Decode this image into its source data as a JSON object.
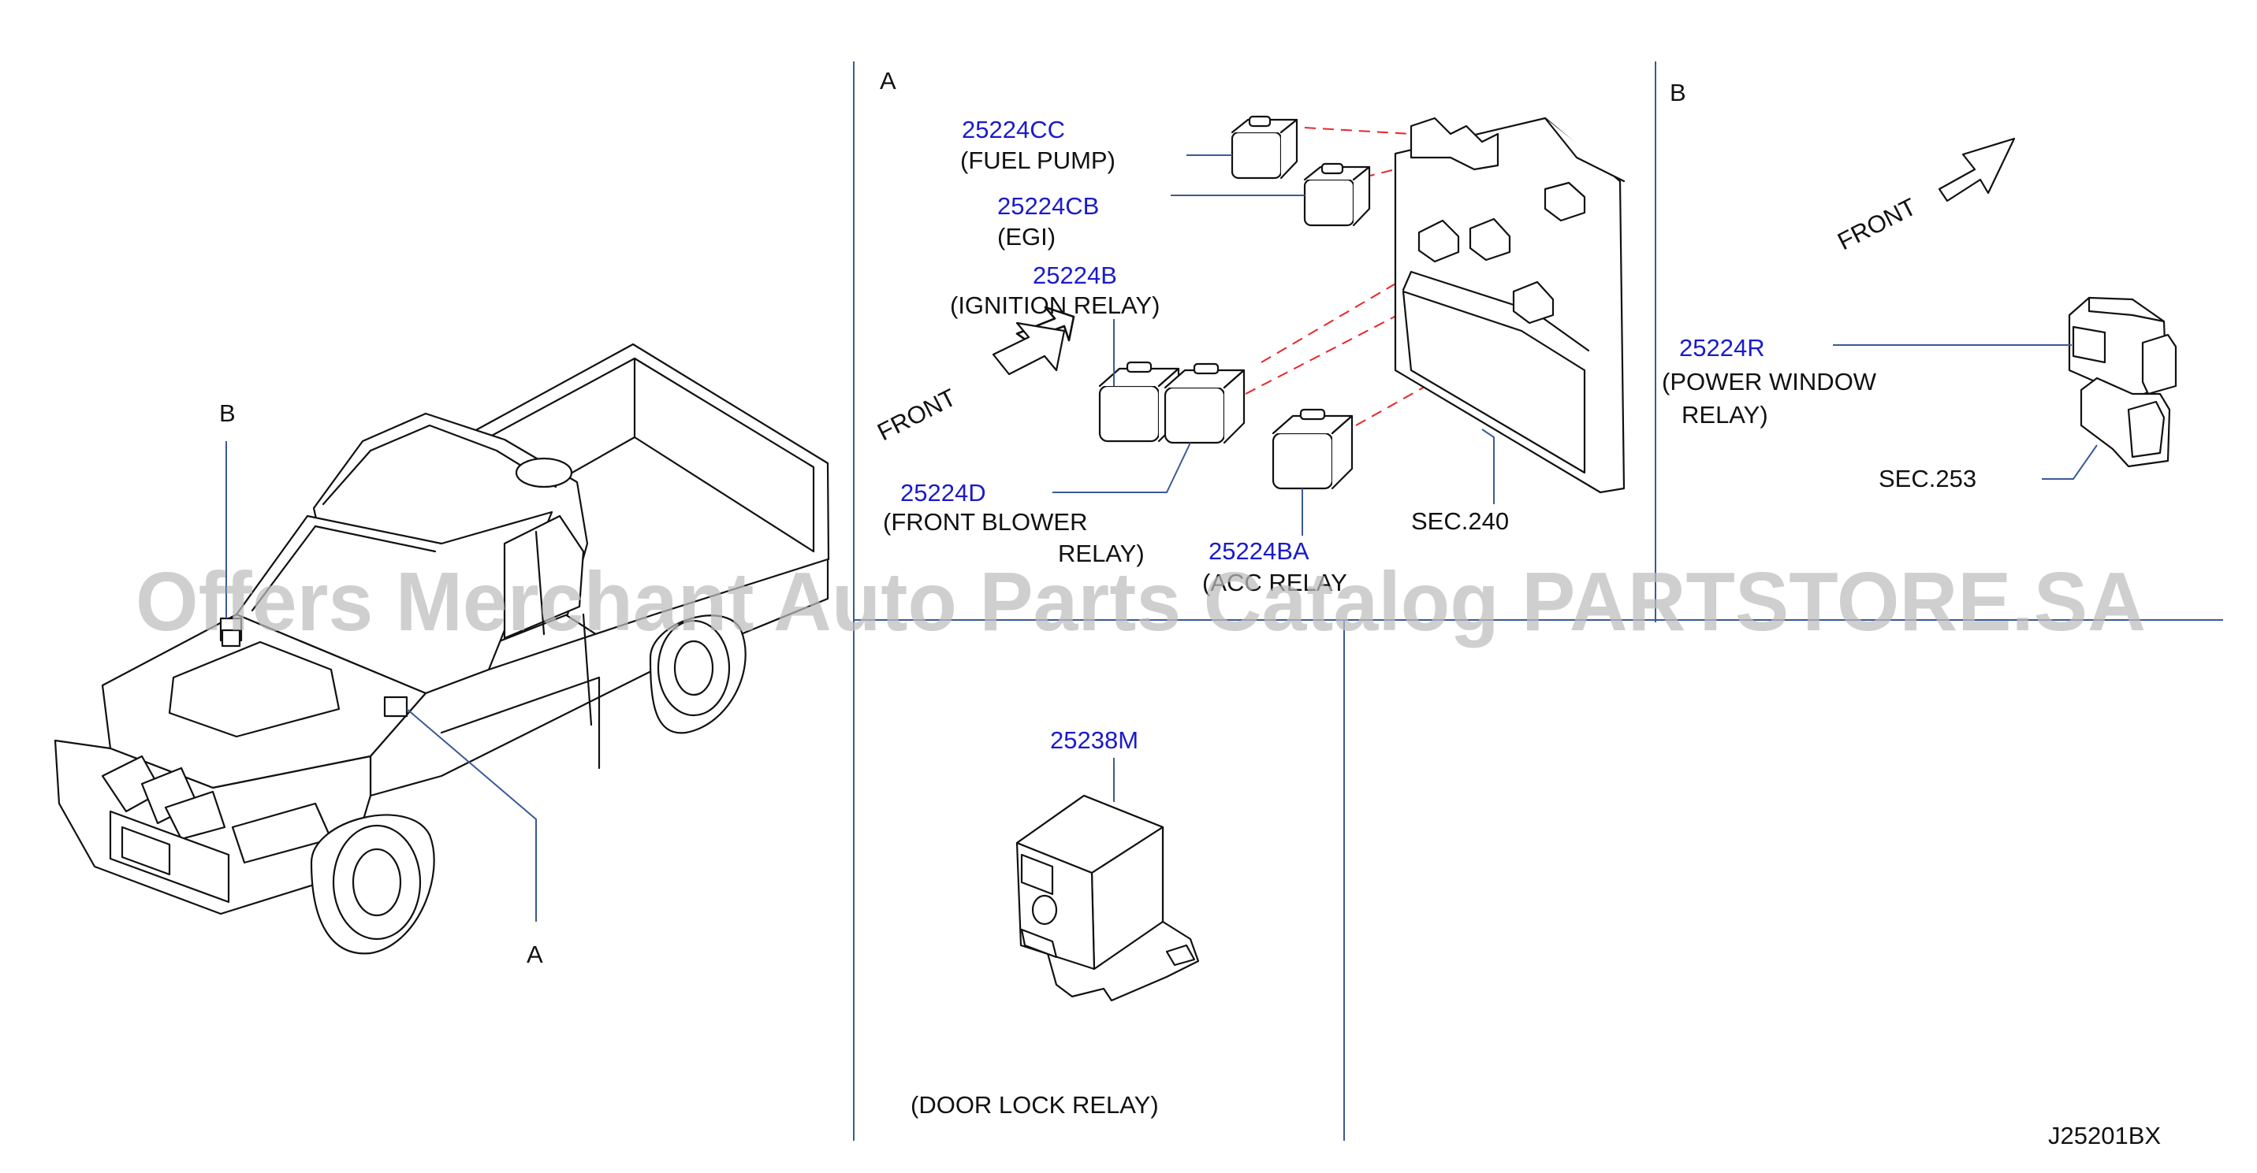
{
  "watermark": "Offers Merchant Auto Parts Catalog PARTSTORE.SA",
  "drawing_code": "J25201BX",
  "vehicle_callouts": {
    "b": "B",
    "a": "A"
  },
  "section_a": {
    "heading": "A",
    "front_label": "FRONT",
    "parts": [
      {
        "part_no": "25224CC",
        "desc_lines": [
          "(FUEL  PUMP)"
        ]
      },
      {
        "part_no": "25224CB",
        "desc_lines": [
          "(EGI)"
        ]
      },
      {
        "part_no": "25224B",
        "desc_lines": [
          "(IGNITION  RELAY)"
        ]
      },
      {
        "part_no": "25224D",
        "desc_lines": [
          "(FRONT  BLOWER",
          "RELAY)"
        ]
      },
      {
        "part_no": "25224BA",
        "desc_lines": [
          "(ACC  RELAY"
        ]
      }
    ],
    "section_ref": "SEC.240"
  },
  "section_b": {
    "heading": "B",
    "front_label": "FRONT",
    "part_no": "25224R",
    "desc_lines": [
      "(POWER  WINDOW",
      "RELAY)"
    ],
    "section_ref": "SEC.253"
  },
  "section_c": {
    "part_no": "25238M",
    "desc": "(DOOR  LOCK  RELAY)"
  },
  "colors": {
    "part_number": "#1a1acc",
    "leader_line": "#3a5a96",
    "dashed_guide": "#e8262a",
    "ink": "#111111"
  }
}
